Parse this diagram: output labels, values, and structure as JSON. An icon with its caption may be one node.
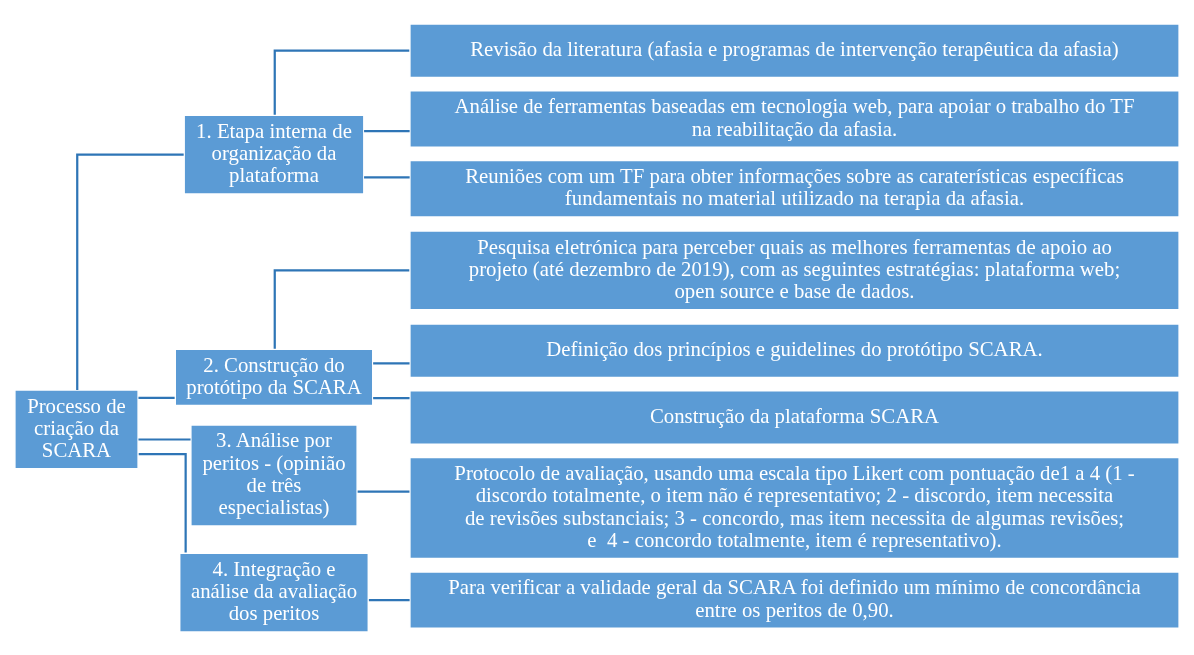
{
  "diagram": {
    "nodes": [
      {
        "text": [
          "Processo de criação da SCARA"
        ]
      },
      {
        "text": [
          "1. Etapa interna de organização da plataforma"
        ]
      },
      {
        "text": [
          "Revisão da literatura (afasia e programas de intervenção terapêutica da afasia)"
        ]
      },
      {
        "text": [
          "Análise de ferramentas baseadas em tecnologia web, para apoiar o trabalho do TF na reabilitação da afasia."
        ]
      },
      {
        "text": [
          "Reuniões com um TF para obter informações sobre as caraterísticas específicas fundamentais no material utilizado na terapia da afasia."
        ]
      },
      {
        "text": [
          "2. Construção do protótipo da SCARA"
        ]
      },
      {
        "text": [
          "Pesquisa eletrónica para perceber quais as melhores ferramentas de apoio ao projeto (até dezembro de 2019), com as seguintes estratégias: plataforma web; open source e base de dados."
        ]
      },
      {
        "text": [
          "Definição dos princípios e guidelines do protótipo SCARA."
        ]
      },
      {
        "text": [
          "Construção da plataforma SCARA"
        ]
      },
      {
        "text": [
          "3. Análise por peritos - (opinião de três especialistas)"
        ]
      },
      {
        "text": [
          "Protocolo de avaliação, usando uma escala tipo Likert com pontuação de1 a 4 (1 - discordo totalmente, o item não é representativo; 2 - discordo, item necessita de revisões substanciais; 3 - concordo, mas item necessita de algumas revisões; e  4 - concordo totalmente, item é representativo)."
        ]
      },
      {
        "text": [
          "4. Integração e análise da avaliação dos peritos"
        ]
      },
      {
        "text": [
          "Para verificar a validade geral da SCARA foi definido um mínimo de concordância entre os peritos de 0,90."
        ]
      }
    ],
    "edges": [
      {
        "from": 0,
        "to": 1,
        "arrow": "none"
      },
      {
        "from": 0,
        "to": 5,
        "arrow": "none"
      },
      {
        "from": 0,
        "to": 9,
        "arrow": "none"
      },
      {
        "from": 0,
        "to": 11,
        "arrow": "none"
      },
      {
        "from": 1,
        "to": 2,
        "arrow": "none"
      },
      {
        "from": 1,
        "to": 3,
        "arrow": "none"
      },
      {
        "from": 1,
        "to": 4,
        "arrow": "none"
      },
      {
        "from": 5,
        "to": 6,
        "arrow": "none"
      },
      {
        "from": 5,
        "to": 7,
        "arrow": "none"
      },
      {
        "from": 5,
        "to": 8,
        "arrow": "none"
      },
      {
        "from": 9,
        "to": 10,
        "arrow": "none"
      },
      {
        "from": 11,
        "to": 12,
        "arrow": "none"
      }
    ]
  }
}
